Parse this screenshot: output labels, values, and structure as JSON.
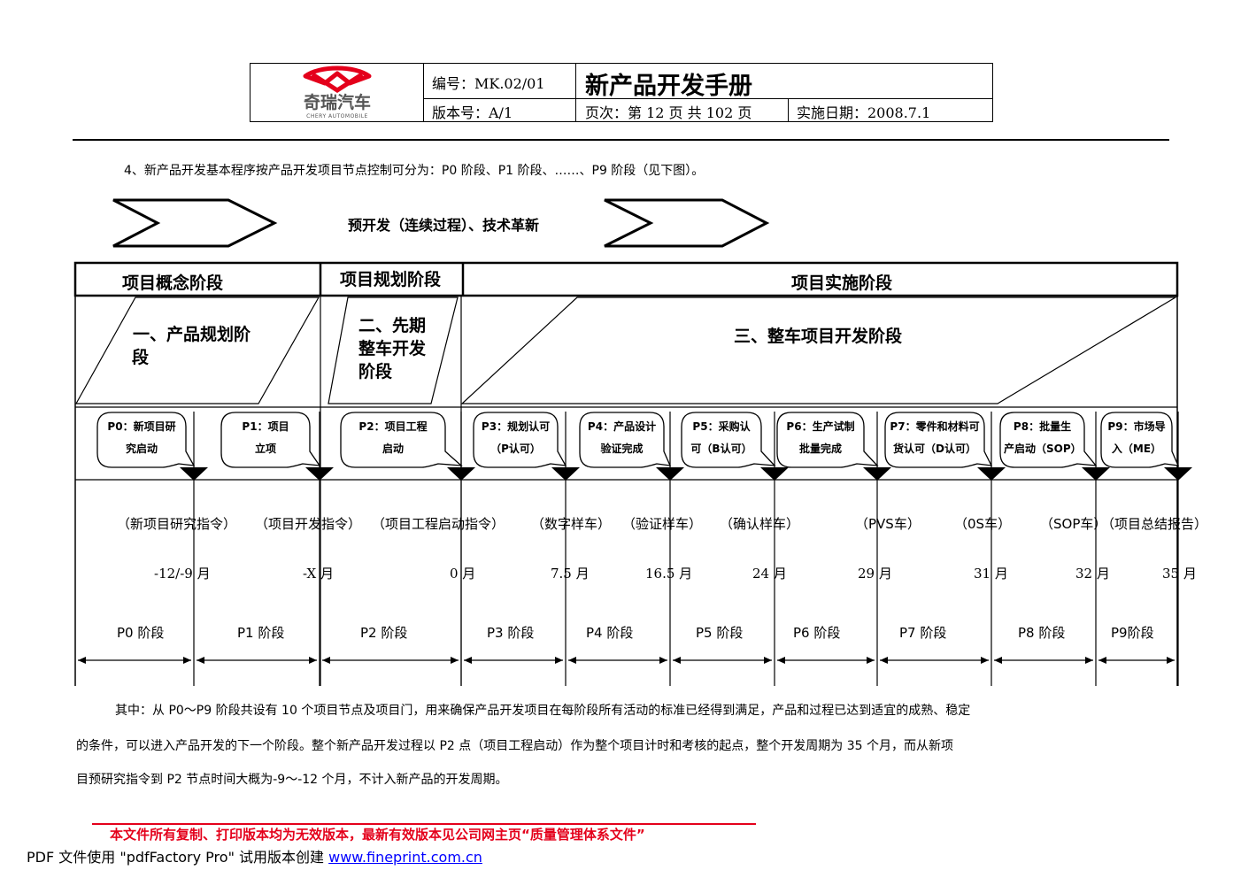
{
  "header": {
    "logo_text": "奇瑞汽车",
    "logo_sub": "CHERY AUTOMOBILE",
    "doc_no": "编号：MK.02/01",
    "title": "新产品开发手册",
    "version": "版本号：A/1",
    "pages": "页次：第 12 页  共 102 页",
    "effective_date": "实施日期：2008.7.1"
  },
  "intro": "4、新产品开发基本程序按产品开发项目节点控制可分为：P0 阶段、P1 阶段、……、P9 阶段（见下图）。",
  "pre_dev": "预开发（连续过程）、技术革新",
  "stages": [
    "项目概念阶段",
    "项目规划阶段",
    "项目实施阶段"
  ],
  "sub_stages": {
    "s1_line1": "一、产品规划阶",
    "s1_line2": "段",
    "s2_line1": "二、先期",
    "s2_line2": "整车开发",
    "s2_line3": "阶段",
    "s3": "三、整车项目开发阶段"
  },
  "milestones": [
    {
      "l1": "P0：新项目研",
      "l2": "究启动"
    },
    {
      "l1": "P1：项目",
      "l2": "立项"
    },
    {
      "l1": "P2：项目工程",
      "l2": "启动"
    },
    {
      "l1": "P3：规划认可",
      "l2": "（P认可）"
    },
    {
      "l1": "P4：产品设计",
      "l2": "验证完成"
    },
    {
      "l1": "P5：采购认",
      "l2": "可（B认可）"
    },
    {
      "l1": "P6：生产试制",
      "l2": "批量完成"
    },
    {
      "l1": "P7：零件和材料可",
      "l2": "货认可（D认可）"
    },
    {
      "l1": "P8：批量生",
      "l2": "产启动（SOP）"
    },
    {
      "l1": "P9：市场导",
      "l2": "入（ME）"
    }
  ],
  "milestone_labels": [
    "（新项目研究指令）",
    "（项目开发指令）",
    "（项目工程启动指令）",
    "（数字样车）",
    "（验证样车）",
    "（确认样车）",
    "（PVS车）",
    "（0S车）",
    "（SOP车）",
    "（项目总结报告）"
  ],
  "months": [
    "-12/-9 月",
    "-X 月",
    "0 月",
    "7.5 月",
    "16.5 月",
    "24 月",
    "29 月",
    "31 月",
    "32 月",
    "35 月"
  ],
  "phases": [
    "P0 阶段",
    "P1 阶段",
    "P2 阶段",
    "P3 阶段",
    "P4 阶段",
    "P5 阶段",
    "P6 阶段",
    "P7 阶段",
    "P8 阶段",
    "P9阶段"
  ],
  "paragraph": {
    "line1": "其中：从 P0～P9 阶段共设有 10 个项目节点及项目门，用来确保产品开发项目在每阶段所有活动的标准已经得到满足，产品和过程已达到适宜的成熟、稳定",
    "line2": "的条件，可以进入产品开发的下一个阶段。整个新产品开发过程以 P2 点（项目工程启动）作为整个项目计时和考核的起点，整个开发周期为 35 个月，而从新项",
    "line3": "目预研究指令到 P2 节点时间大概为-9～-12 个月，不计入新产品的开发周期。"
  },
  "disclaimer": "本文件所有复制、打印版本均为无效版本，最新有效版本见公司网主页“质量管理体系文件”",
  "pdf_note": {
    "text": "PDF 文件使用 \"pdfFactory Pro\" 试用版本创建 ",
    "link": "www.fineprint.com.cn"
  },
  "colors": {
    "brand_red": "#e4001b",
    "link_blue": "#0000ff"
  }
}
